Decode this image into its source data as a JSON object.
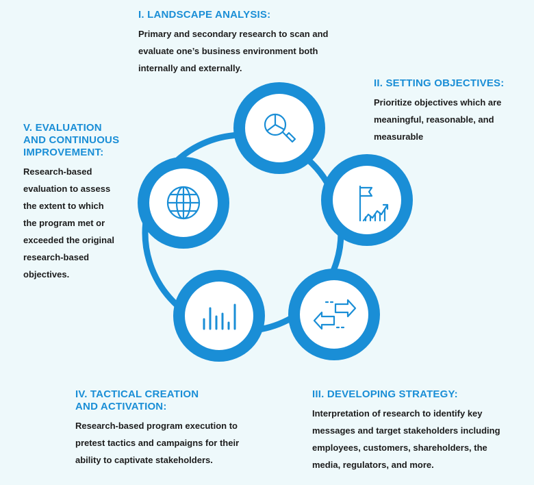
{
  "colors": {
    "ring": "#1a8ed6",
    "background": "#eef9fb",
    "heading": "#1a8ed6",
    "body_text": "#1c1c1c",
    "node_fill": "#ffffff"
  },
  "stages": [
    {
      "heading": "I. LANDSCAPE ANALYSIS:",
      "body": "Primary and secondary research to scan and\nevaluate one’s business environment both\ninternally and externally.",
      "icon": "magnifier-pie-chart-icon"
    },
    {
      "heading": "II. SETTING OBJECTIVES:",
      "body": "Prioritize objectives which are\nmeaningful, reasonable, and\nmeasurable",
      "icon": "flag-growth-chart-icon"
    },
    {
      "heading": "III. DEVELOPING STRATEGY:",
      "body": "Interpretation of research to identify key\nmessages and target stakeholders including\nemployees, customers, shareholders, the\nmedia, regulators, and more.",
      "icon": "swap-arrows-icon"
    },
    {
      "heading": "IV. TACTICAL CREATION\nAND ACTIVATION:",
      "body": "Research-based program execution to\npretest tactics and campaigns for their\nability to captivate stakeholders.",
      "icon": "bar-chart-icon"
    },
    {
      "heading": "V. EVALUATION\nAND CONTINUOUS\nIMPROVEMENT:",
      "body": "Research-based\nevaluation to assess\nthe extent to which\nthe program met or\nexceeded the original\nresearch-based\nobjectives.",
      "icon": "globe-icon"
    }
  ]
}
